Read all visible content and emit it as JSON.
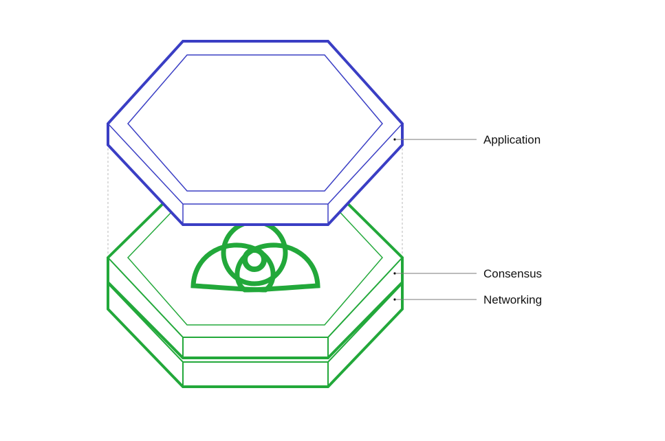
{
  "colors": {
    "application": "#3a3ec4",
    "consensus": "#22a83a",
    "networking": "#22a83a",
    "leader": "#7a7a7a",
    "guide": "#b8b8b8",
    "text": "#111111"
  },
  "layers": [
    {
      "id": "application",
      "label": "Application"
    },
    {
      "id": "consensus",
      "label": "Consensus"
    },
    {
      "id": "networking",
      "label": "Networking"
    }
  ],
  "icons": {
    "consensus_logo": "tendermint-trefoil-icon"
  }
}
